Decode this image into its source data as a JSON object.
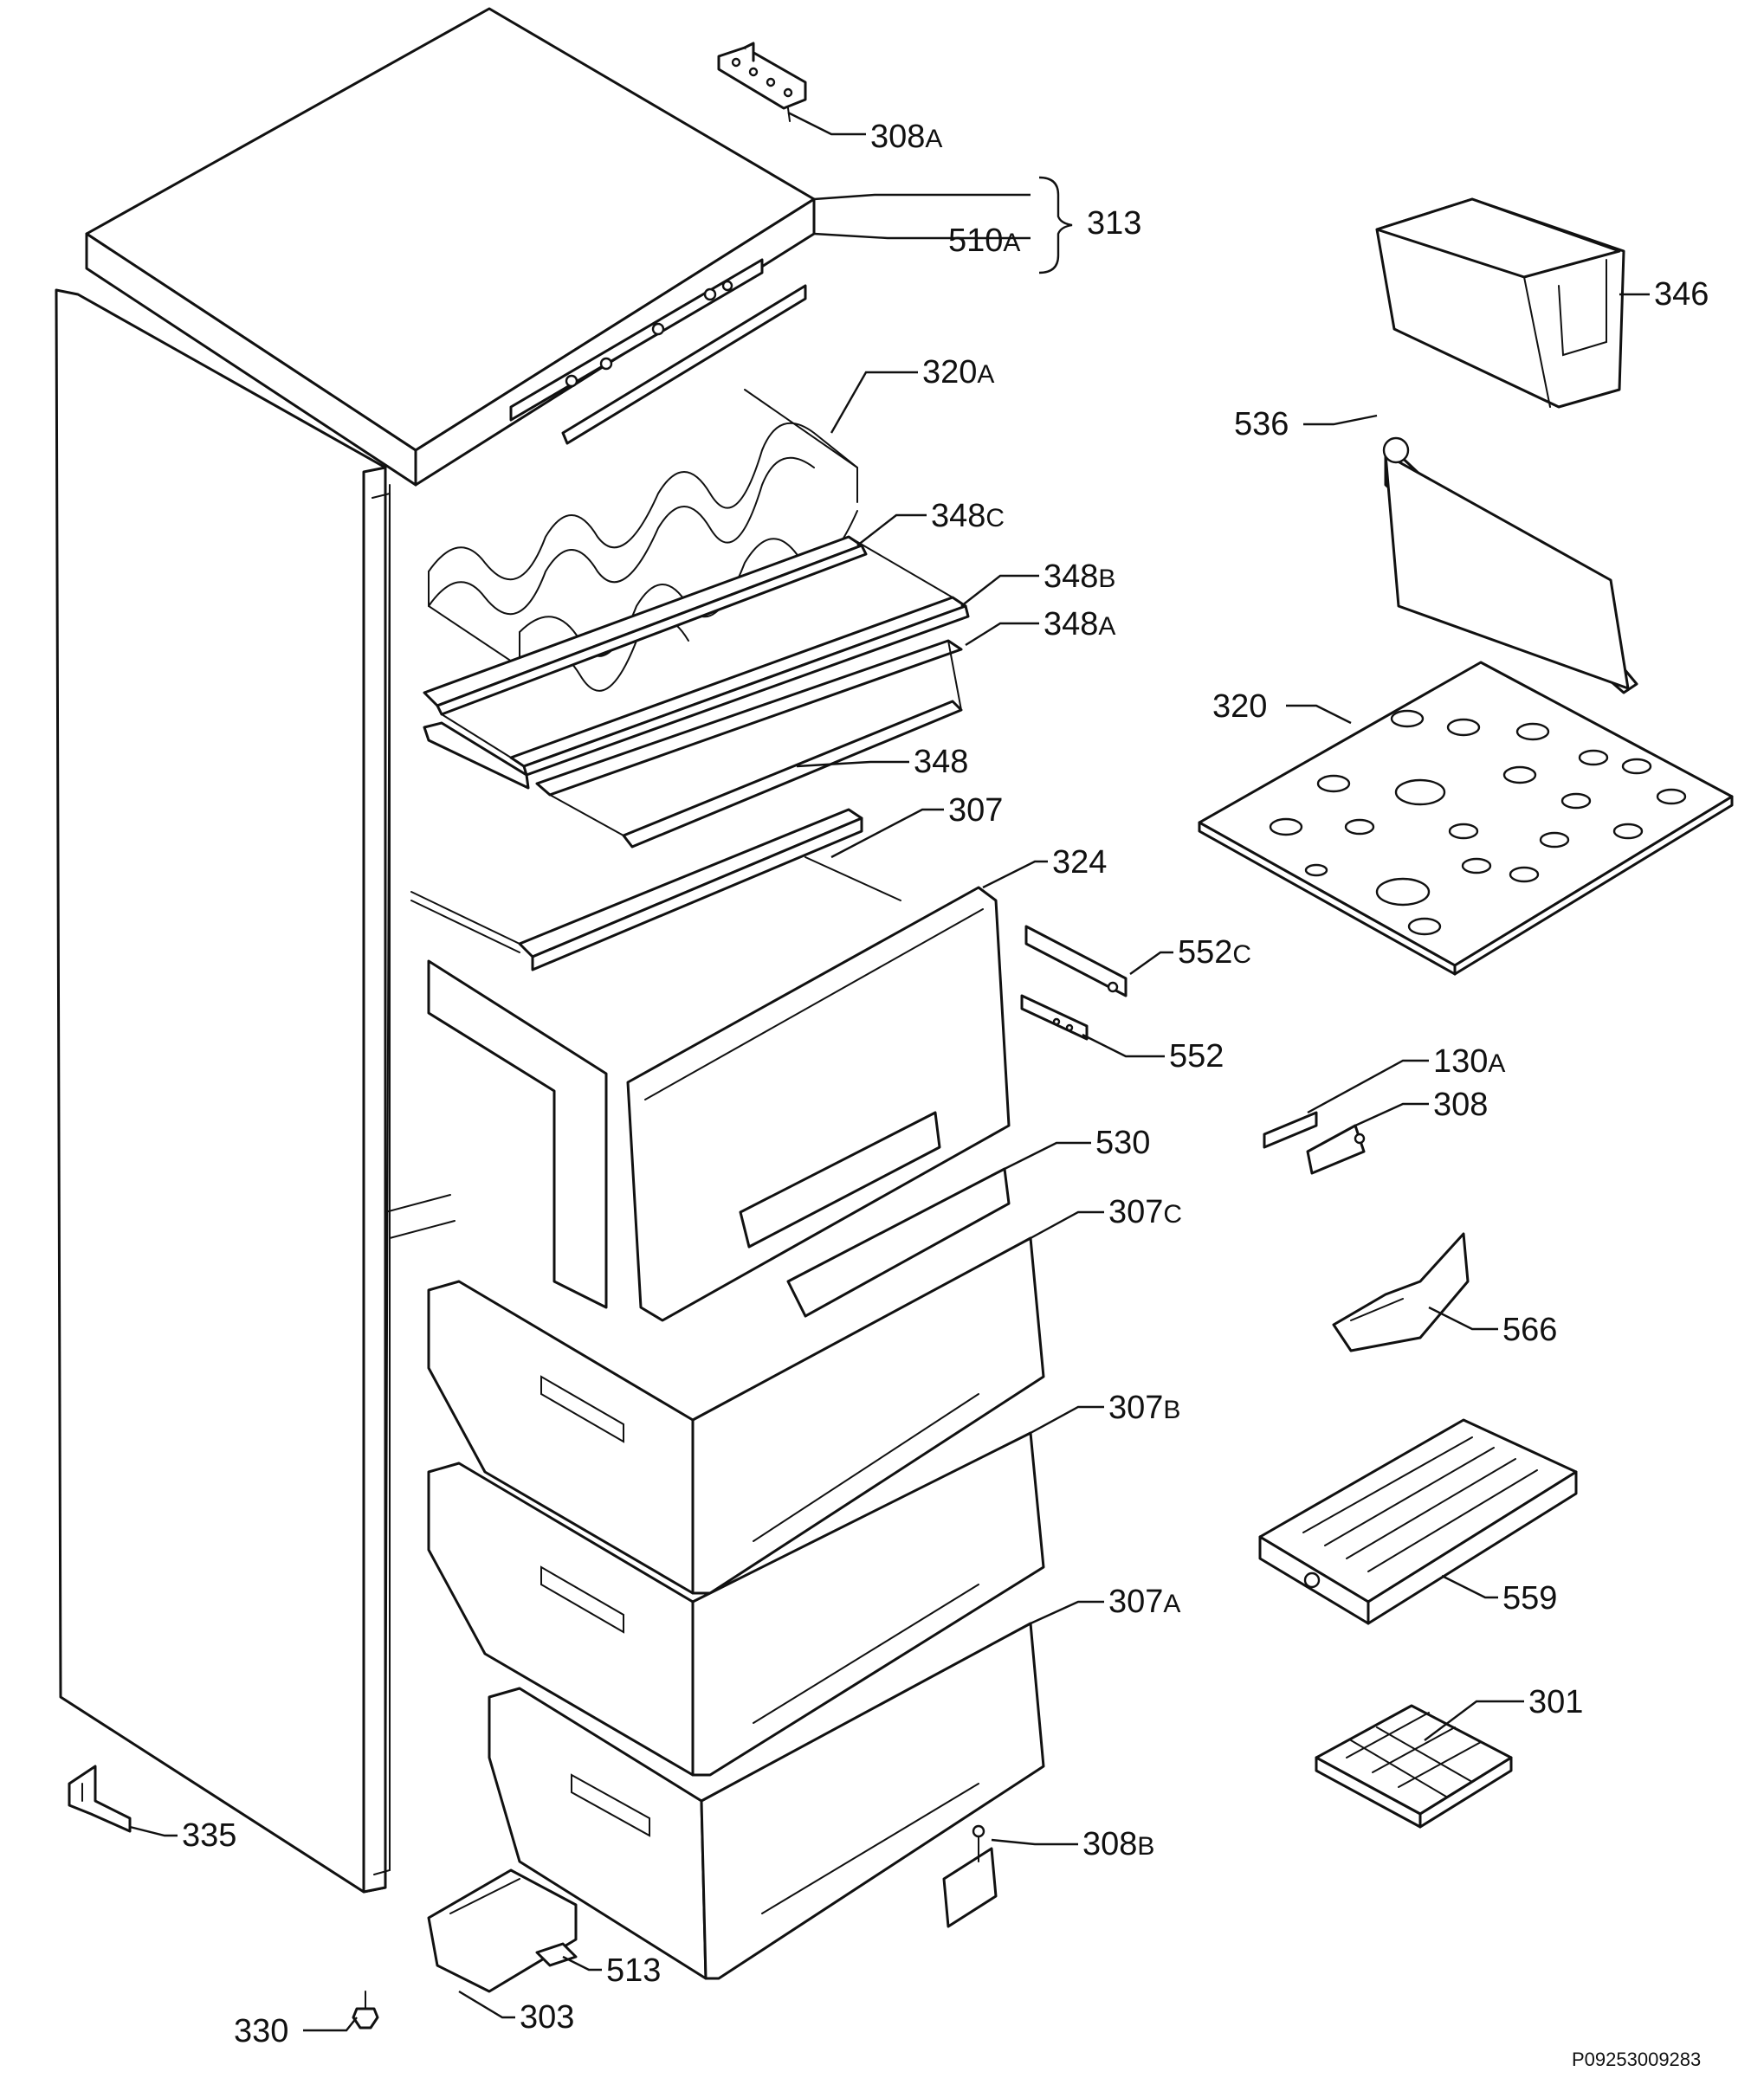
{
  "callouts": [
    {
      "id": "308A",
      "num": "308",
      "sfx": "A"
    },
    {
      "id": "313",
      "num": "313",
      "sfx": ""
    },
    {
      "id": "510A",
      "num": "510",
      "sfx": "A"
    },
    {
      "id": "346",
      "num": "346",
      "sfx": ""
    },
    {
      "id": "320A",
      "num": "320",
      "sfx": "A"
    },
    {
      "id": "536",
      "num": "536",
      "sfx": ""
    },
    {
      "id": "348C",
      "num": "348",
      "sfx": "C"
    },
    {
      "id": "348B",
      "num": "348",
      "sfx": "B"
    },
    {
      "id": "348A",
      "num": "348",
      "sfx": "A"
    },
    {
      "id": "320",
      "num": "320",
      "sfx": ""
    },
    {
      "id": "348",
      "num": "348",
      "sfx": ""
    },
    {
      "id": "307",
      "num": "307",
      "sfx": ""
    },
    {
      "id": "324",
      "num": "324",
      "sfx": ""
    },
    {
      "id": "552C",
      "num": "552",
      "sfx": "C"
    },
    {
      "id": "552",
      "num": "552",
      "sfx": ""
    },
    {
      "id": "130A",
      "num": "130",
      "sfx": "A"
    },
    {
      "id": "308",
      "num": "308",
      "sfx": ""
    },
    {
      "id": "530",
      "num": "530",
      "sfx": ""
    },
    {
      "id": "307C",
      "num": "307",
      "sfx": "C"
    },
    {
      "id": "566",
      "num": "566",
      "sfx": ""
    },
    {
      "id": "307B",
      "num": "307",
      "sfx": "B"
    },
    {
      "id": "559",
      "num": "559",
      "sfx": ""
    },
    {
      "id": "307A",
      "num": "307",
      "sfx": "A"
    },
    {
      "id": "301",
      "num": "301",
      "sfx": ""
    },
    {
      "id": "335",
      "num": "335",
      "sfx": ""
    },
    {
      "id": "308B",
      "num": "308",
      "sfx": "B"
    },
    {
      "id": "513",
      "num": "513",
      "sfx": ""
    },
    {
      "id": "330",
      "num": "330",
      "sfx": ""
    },
    {
      "id": "303",
      "num": "303",
      "sfx": ""
    }
  ],
  "drawing_ref": "P09253009283"
}
